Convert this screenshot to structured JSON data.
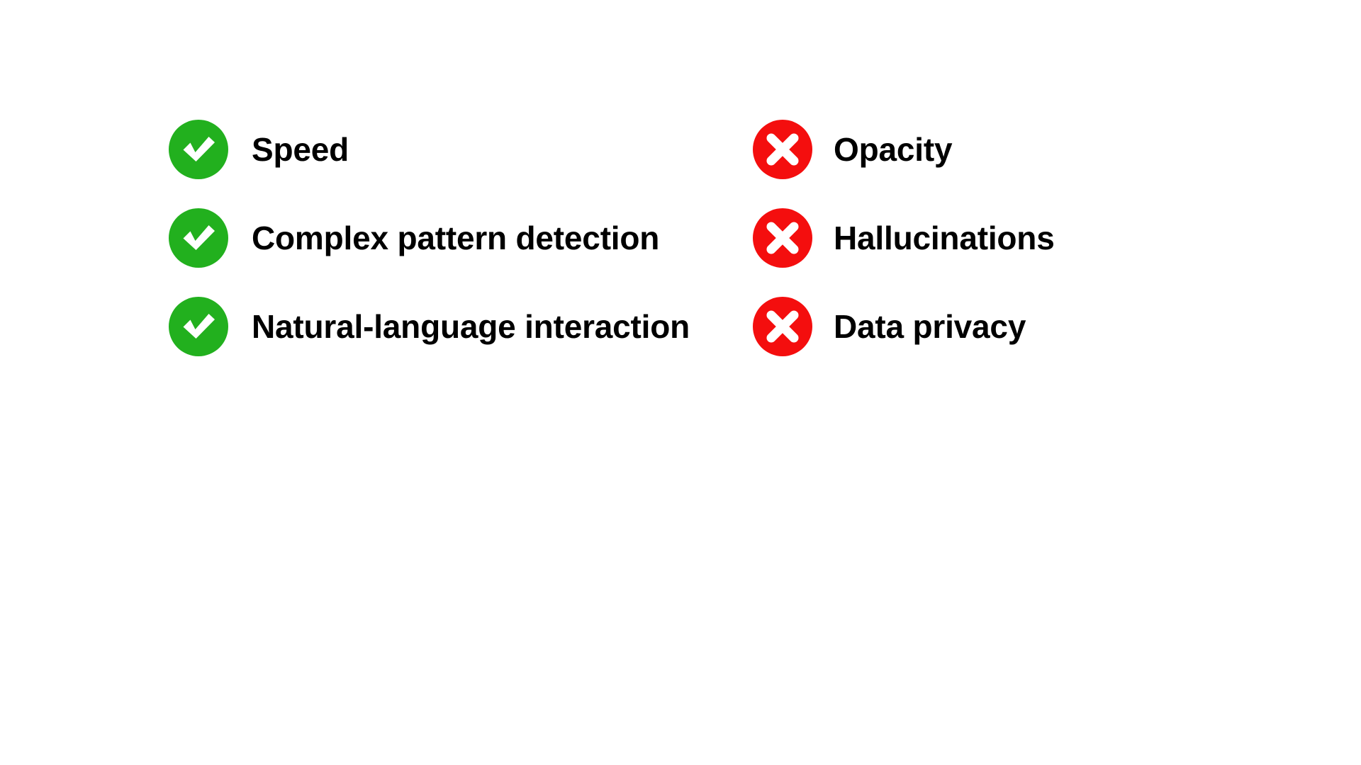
{
  "slide": {
    "background_color": "#ffffff",
    "text_color": "#000000",
    "columns": [
      {
        "name": "pros",
        "icon": "check-circle-icon",
        "icon_color": "#22b01e",
        "icon_glyph_color": "#ffffff",
        "items": [
          {
            "label": "Speed"
          },
          {
            "label": "Complex pattern detection"
          },
          {
            "label": "Natural-language interaction"
          }
        ]
      },
      {
        "name": "cons",
        "icon": "x-circle-icon",
        "icon_color": "#f40e0e",
        "icon_glyph_color": "#ffffff",
        "items": [
          {
            "label": "Opacity"
          },
          {
            "label": "Hallucinations"
          },
          {
            "label": "Data privacy"
          }
        ]
      }
    ]
  }
}
